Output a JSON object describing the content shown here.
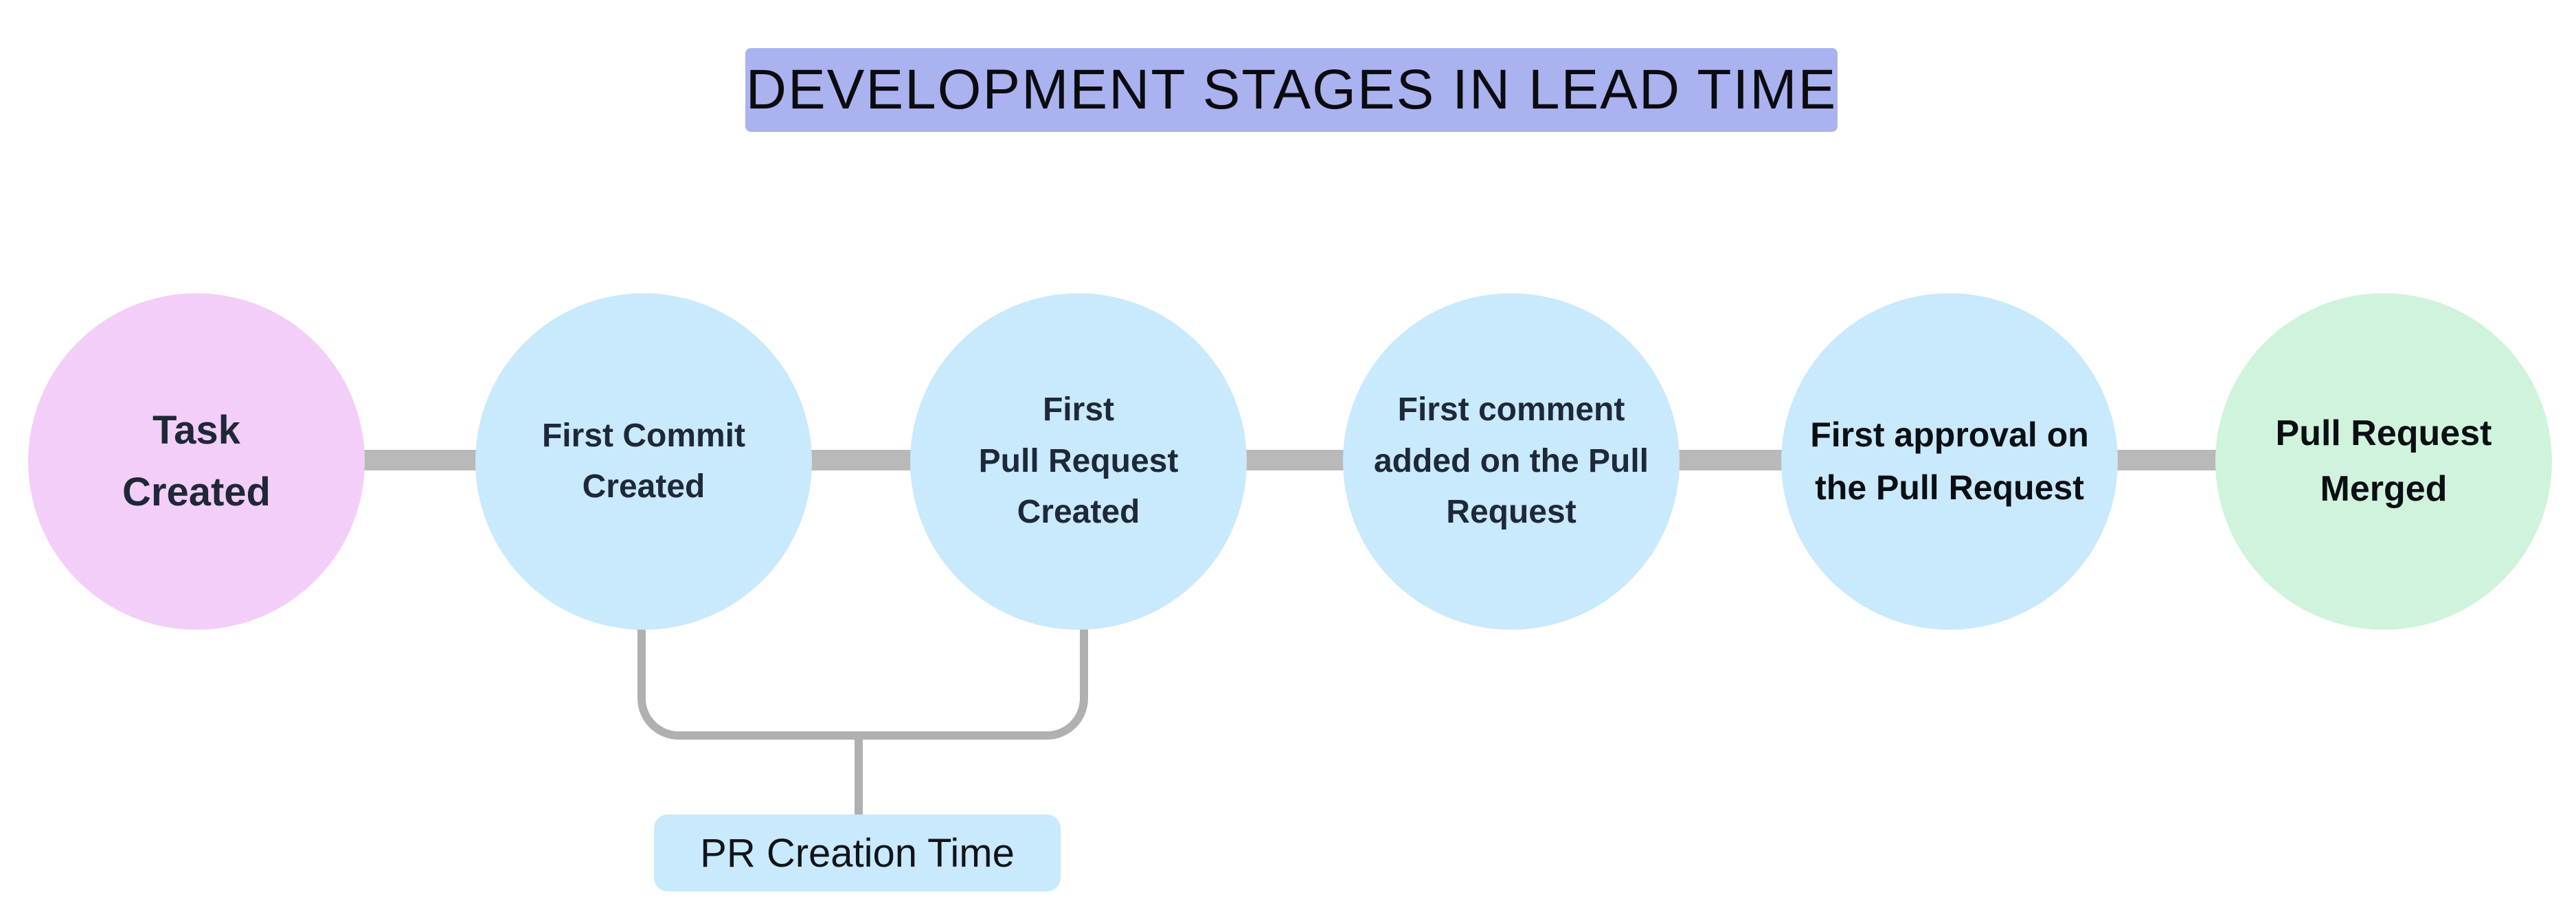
{
  "title": {
    "label": "DEVELOPMENT STAGES IN LEAD TIME"
  },
  "colors": {
    "title_bg": "#aab3f0",
    "connector": "#b9b9b9",
    "bracket": "#b0b0b0",
    "annotation_bg": "#c9e9fc",
    "node_pink": "#f3cef8",
    "node_blue": "#c9e9fc",
    "node_green": "#cff3db",
    "text_dark_navy": "#1e2838",
    "text_black": "#0b0f14"
  },
  "stages": [
    {
      "id": "task-created",
      "lines": [
        "Task",
        "Created"
      ],
      "fill": "#f3cef8",
      "text_color": "#1e2838"
    },
    {
      "id": "first-commit-created",
      "lines": [
        "First Commit",
        "Created"
      ],
      "fill": "#c9e9fc",
      "text_color": "#1e2838"
    },
    {
      "id": "first-pull-request-created",
      "lines": [
        "First",
        "Pull Request",
        "Created"
      ],
      "fill": "#c9e9fc",
      "text_color": "#1e2838"
    },
    {
      "id": "first-comment-added",
      "lines": [
        "First comment",
        "added on the Pull",
        "Request"
      ],
      "fill": "#c9e9fc",
      "text_color": "#1e2838"
    },
    {
      "id": "first-approval",
      "lines": [
        "First approval on",
        "the Pull Request"
      ],
      "fill": "#c9e9fc",
      "text_color": "#0b0f14"
    },
    {
      "id": "pull-request-merged",
      "lines": [
        "Pull Request",
        "Merged"
      ],
      "fill": "#cff3db",
      "text_color": "#0b0f14"
    }
  ],
  "annotation": {
    "label": "PR Creation Time"
  }
}
